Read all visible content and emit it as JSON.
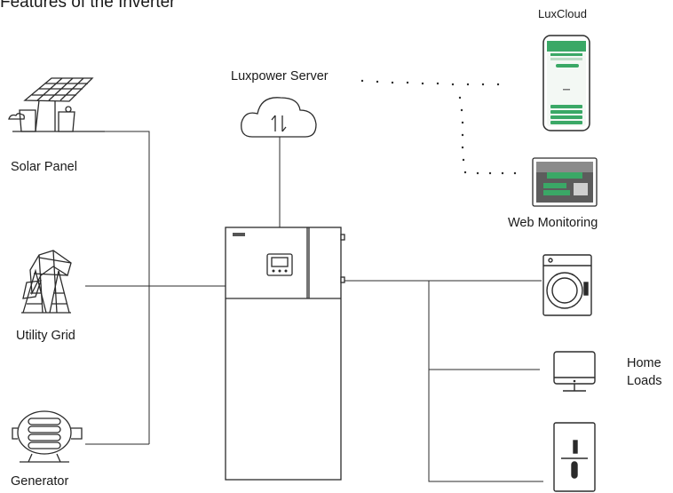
{
  "title": "Features of the Inverter",
  "labels": {
    "solar_panel": "Solar Panel",
    "utility_grid": "Utility Grid",
    "generator": "Generator",
    "server": "Luxpower Server",
    "app": "LuxCloud",
    "web": "Web Monitoring",
    "home_loads_line1": "Home",
    "home_loads_line2": "Loads"
  },
  "colors": {
    "line": "#2b2b2b",
    "device_fill": "#ffffff",
    "phone_accent": "#3aa866",
    "monitor_dark": "#3d3d3d"
  },
  "icons": {
    "solar": "solar-panel-icon",
    "grid": "power-pylon-icon",
    "generator": "generator-icon",
    "cloud": "cloud-sync-icon",
    "phone": "smartphone-app-icon",
    "web": "web-monitor-icon",
    "washer": "washing-machine-icon",
    "tv": "tv-monitor-icon",
    "fridge": "refrigerator-icon",
    "inverter": "inverter-cabinet-icon"
  }
}
